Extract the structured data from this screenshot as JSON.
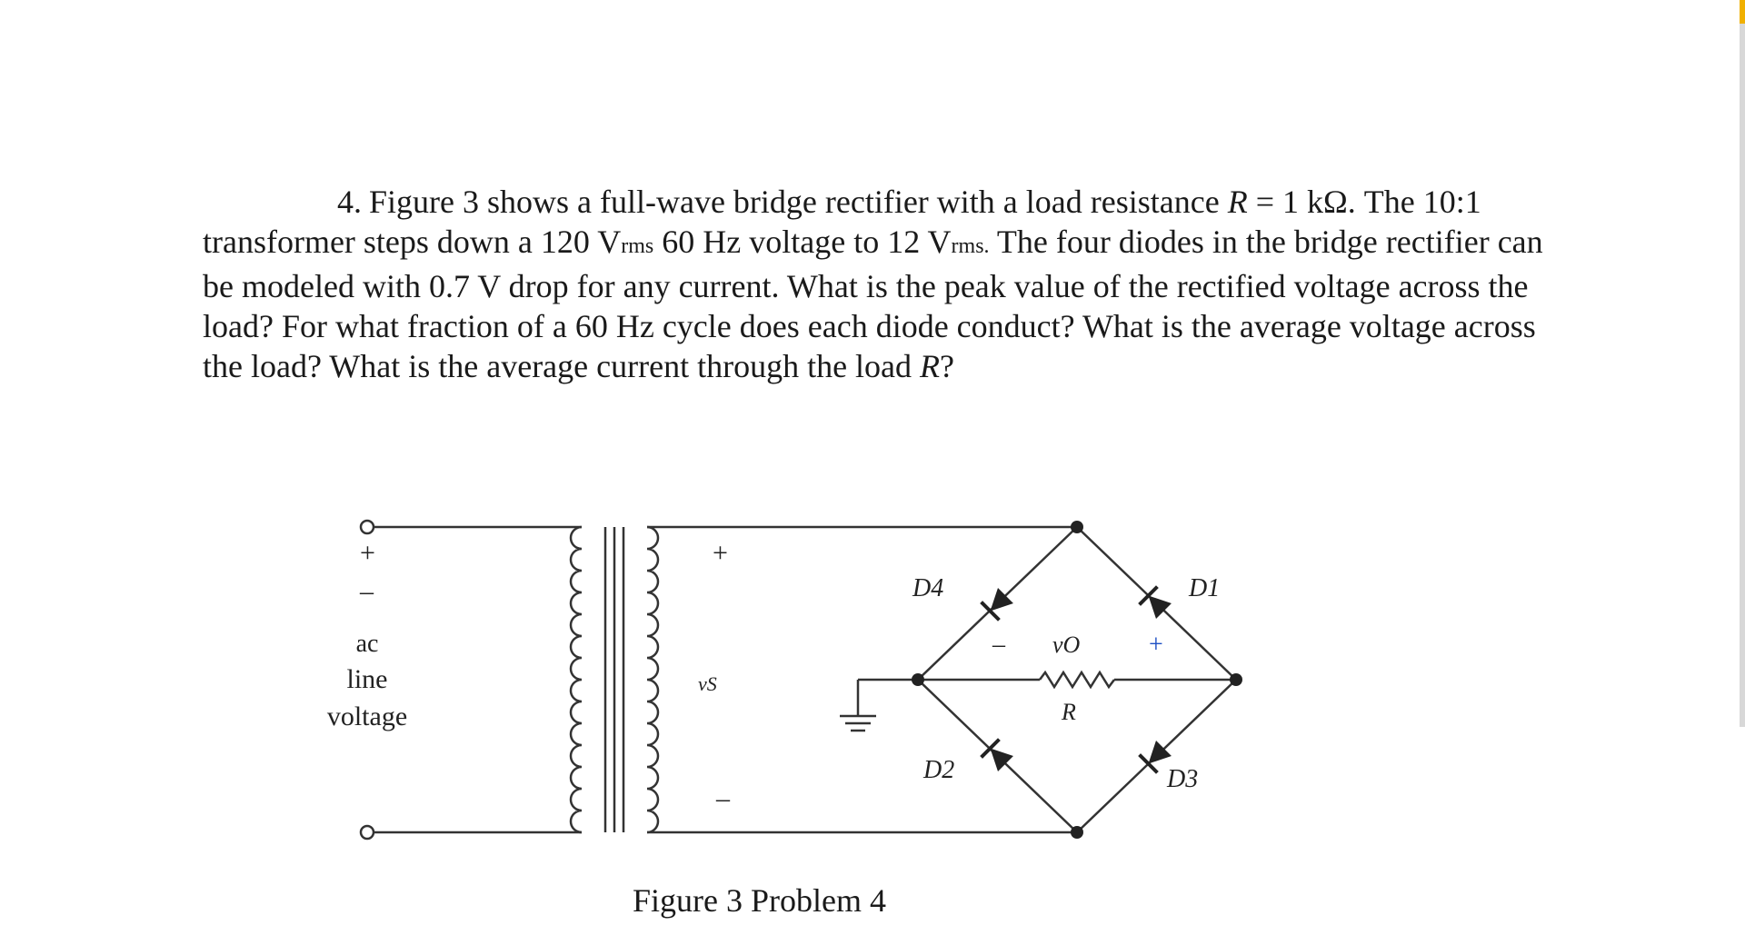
{
  "problem": {
    "number": "4.",
    "sentence1_start": "Figure 3 shows a full-wave bridge rectifier with a load resistance ",
    "R_symbol": "R",
    "sentence1_eq": " = 1 kΩ. The 10:1 transformer steps down a 120 V",
    "rms1": "rms",
    "text_mid": " 60 Hz voltage to 12 V",
    "rms2": "rms.",
    "text_rest": " The four diodes in the bridge rectifier can be modeled with 0.7 V drop for any current. What is the peak value of the rectified voltage across the load? For what fraction of a 60 Hz cycle does each diode conduct? What is the average voltage across the load? What is the average current through the load ",
    "R_symbol_end": "R",
    "end": "?"
  },
  "figure": {
    "caption": "Figure 3 Problem 4",
    "input_label_line1": "ac",
    "input_label_line2": "line",
    "input_label_line3": "voltage",
    "input_plus": "+",
    "input_minus": "–",
    "secondary_plus": "+",
    "secondary_minus": "–",
    "secondary_label": "vS",
    "output_label": "vO",
    "output_minus": "–",
    "output_plus": "+",
    "resistor_label": "R",
    "diode_labels": [
      "D4",
      "D1",
      "D2",
      "D3"
    ],
    "colors": {
      "line": "#333333",
      "text": "#222222"
    }
  }
}
